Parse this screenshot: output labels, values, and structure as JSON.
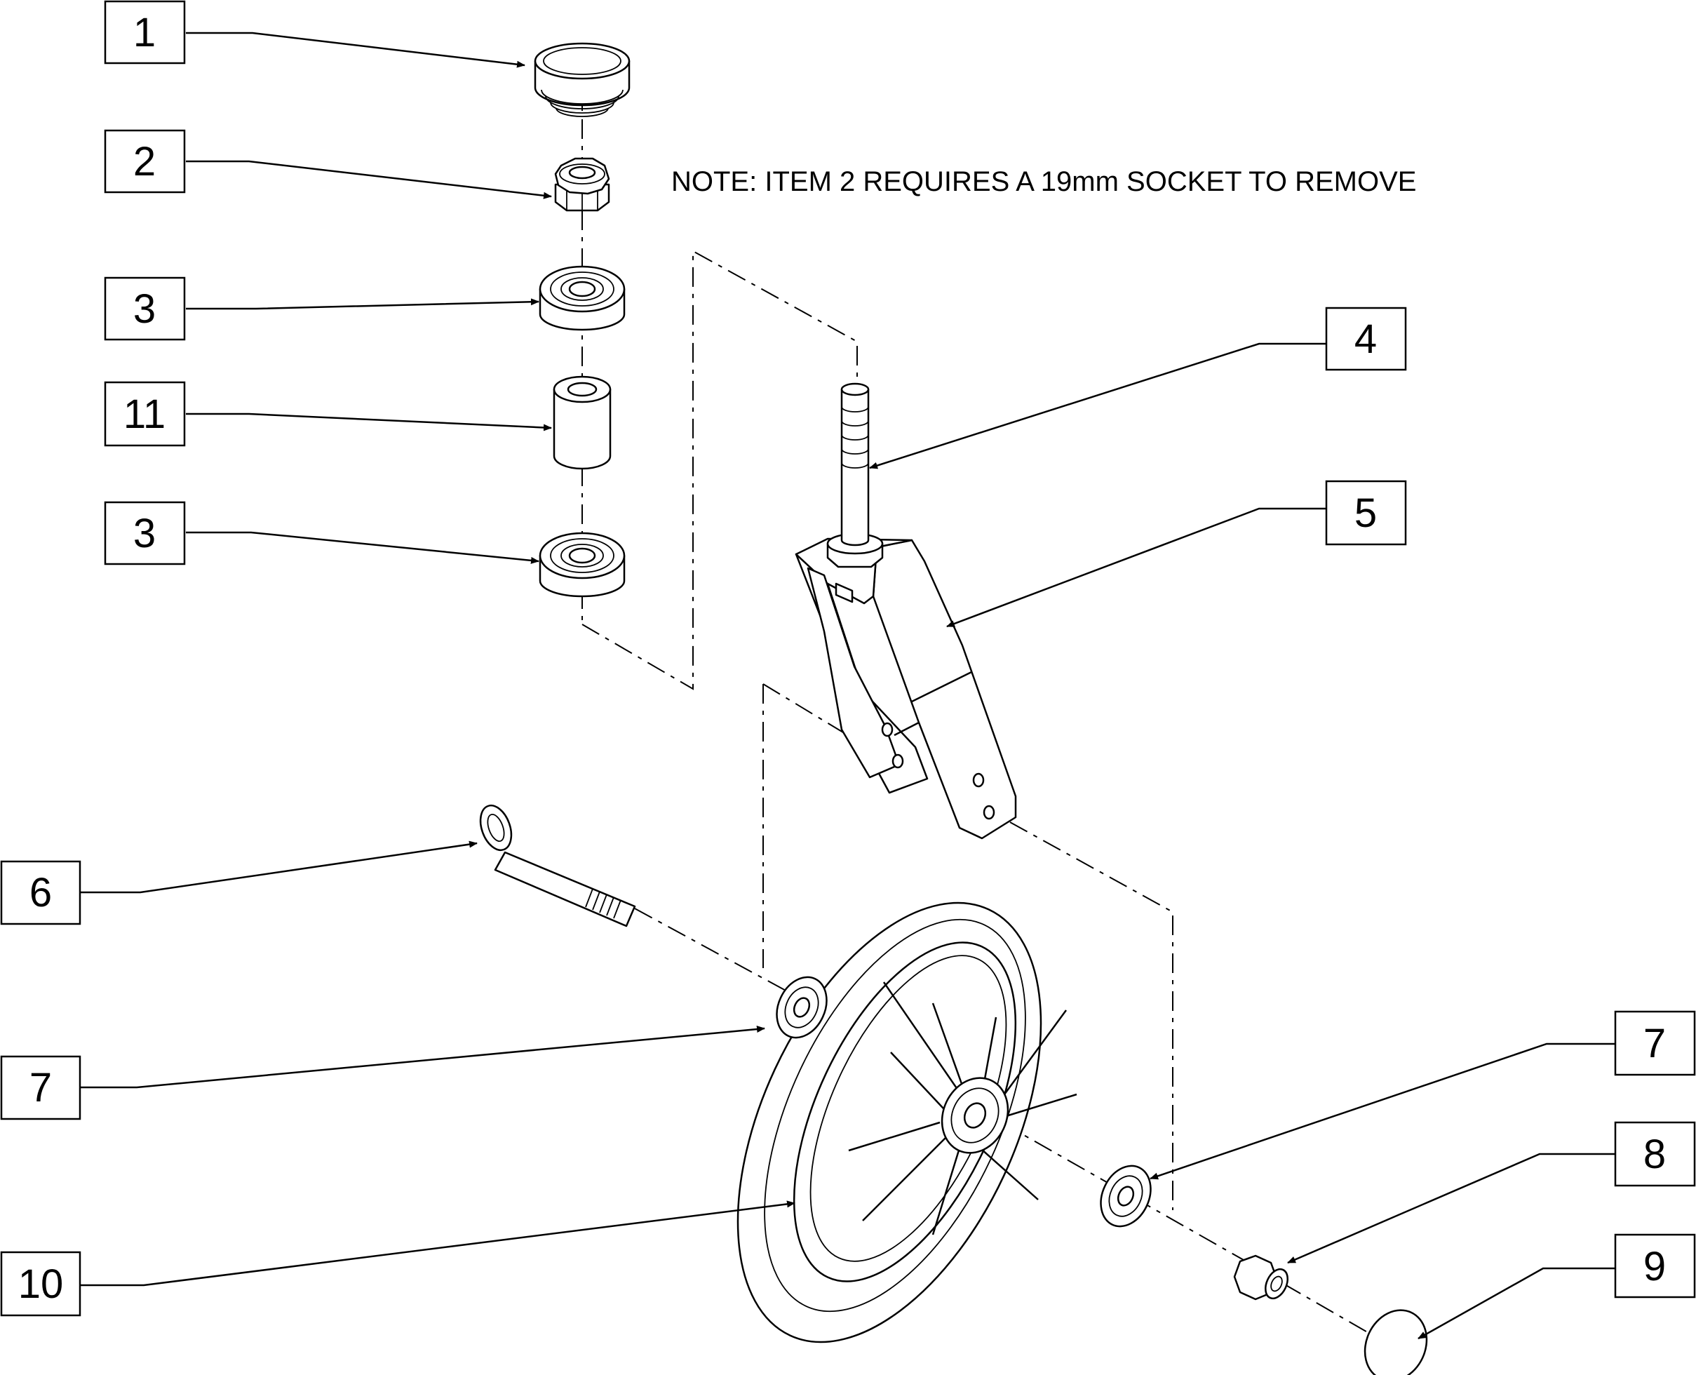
{
  "note": "NOTE: ITEM 2 REQUIRES A 19mm SOCKET TO REMOVE",
  "callouts": [
    {
      "id": "c1a",
      "label": "1"
    },
    {
      "id": "c2a",
      "label": "2"
    },
    {
      "id": "c3a",
      "label": "3"
    },
    {
      "id": "c11",
      "label": "11"
    },
    {
      "id": "c3b",
      "label": "3"
    },
    {
      "id": "c4",
      "label": "4"
    },
    {
      "id": "c5",
      "label": "5"
    },
    {
      "id": "c6",
      "label": "6"
    },
    {
      "id": "c7a",
      "label": "7"
    },
    {
      "id": "c7b",
      "label": "7"
    },
    {
      "id": "c8",
      "label": "8"
    },
    {
      "id": "c9",
      "label": "9"
    },
    {
      "id": "c10",
      "label": "10"
    }
  ]
}
